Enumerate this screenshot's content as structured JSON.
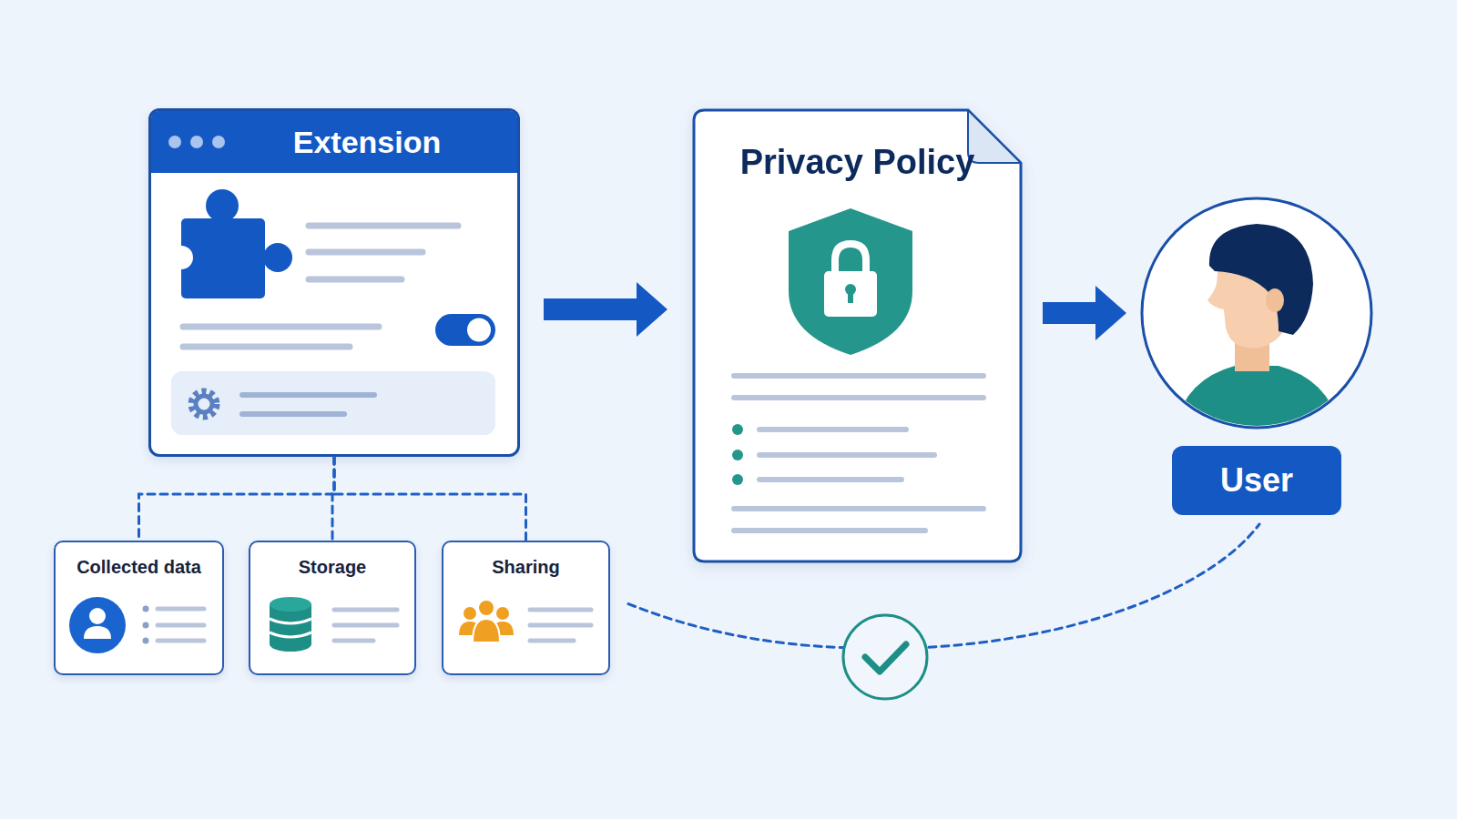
{
  "diagram": {
    "nodes": [
      {
        "text": [
          "Extension"
        ]
      },
      {
        "text": [
          "Collected data"
        ]
      },
      {
        "text": [
          "Storage"
        ]
      },
      {
        "text": [
          "Sharing"
        ]
      },
      {
        "text": [
          "Privacy Policy"
        ]
      },
      {
        "text": [
          "User"
        ]
      }
    ],
    "edges": [
      {
        "from": 0,
        "to": 4,
        "arrow": "to"
      },
      {
        "from": 4,
        "to": 5,
        "arrow": "to"
      },
      {
        "from": 0,
        "to": 1,
        "arrow": "none"
      },
      {
        "from": 0,
        "to": 2,
        "arrow": "none"
      },
      {
        "from": 0,
        "to": 3,
        "arrow": "none"
      },
      {
        "from": 3,
        "to": 5,
        "arrow": "none"
      }
    ]
  }
}
